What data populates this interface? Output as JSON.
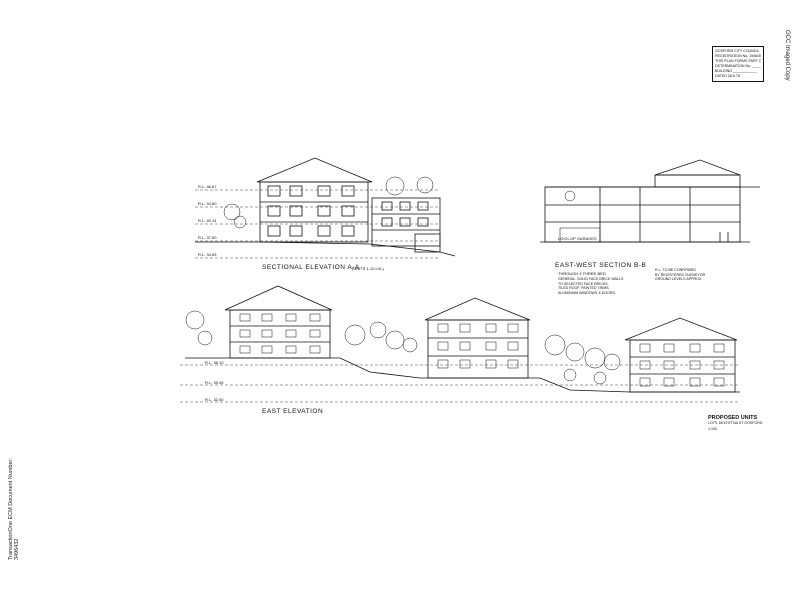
{
  "margin": {
    "right_vertical": "GCC Imaged Copy",
    "left_vertical": "TransactionOne ECM Document Number: 3496432"
  },
  "stamp": {
    "lines": [
      "GOSFORD CITY COUNCIL",
      "REGISTRATION No. 1946/3077",
      "THIS PLAN FORMS PART OF",
      "DETERMINATION No. ______",
      "BUILDING ____________",
      "DATED 28.6.78"
    ]
  },
  "drawings": {
    "sectional_a": {
      "title": "SECTIONAL ELEVATION  A-A",
      "subtitle": "(UNITS 1-10 LVL)",
      "levels": [
        "R.L. 46.67",
        "R.L. 43.60",
        "R.L. 40.14",
        "R.L. 37.60",
        "R.L. 34.65"
      ]
    },
    "section_b": {
      "title": "EAST-WEST SECTION  B-B",
      "subtitle": "THROUGH 4 THREE-BED",
      "garages_label": "LOCK-UP GARAGES",
      "notes": "GENERAL: SOLID FACE BRICK WALLS\nTO SELECTED FACE BRICKS,\nTILED ROOF, PAINTED TRIMS,\nALUMINIUM WINDOWS & DOORS.",
      "notes_right": "R.L. TO BE CONFIRMED\nBY REGISTERED SURVEYOR\nGROUND LEVELS APPROX."
    },
    "east_elevation": {
      "title": "EAST ELEVATION",
      "levels": [
        "R.L. 38.10",
        "R.L. 35.45",
        "R.L. 32.00"
      ]
    }
  },
  "title_block": {
    "title": "PROPOSED UNITS",
    "subtitle": "LOTS 18/19 ETNA ST GOSFORD",
    "scale": "1:100"
  }
}
